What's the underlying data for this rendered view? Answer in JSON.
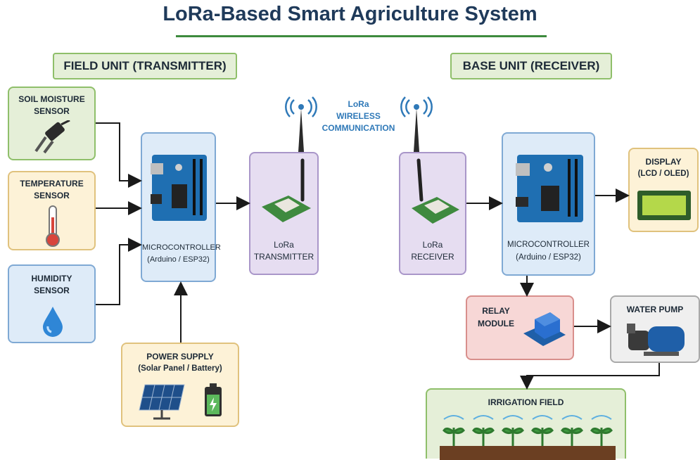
{
  "title": "LoRa-Based Smart Agriculture System",
  "sections": {
    "field_unit": "FIELD UNIT (TRANSMITTER)",
    "base_unit": "BASE UNIT (RECEIVER)"
  },
  "wireless": {
    "line1": "LoRa",
    "line2": "WIRELESS",
    "line3": "COMMUNICATION"
  },
  "nodes": {
    "soil": {
      "line1": "SOIL MOISTURE",
      "line2": "SENSOR"
    },
    "temp": {
      "line1": "TEMPERATURE",
      "line2": "SENSOR"
    },
    "humidity": {
      "line1": "HUMIDITY",
      "line2": "SENSOR"
    },
    "mcu_tx": {
      "line1": "MICROCONTROLLER",
      "line2": "(Arduino / ESP32)"
    },
    "lora_tx": {
      "line1": "LoRa",
      "line2": "TRANSMITTER"
    },
    "power": {
      "line1": "POWER SUPPLY",
      "line2": "(Solar Panel / Battery)"
    },
    "lora_rx": {
      "line1": "LoRa",
      "line2": "RECEIVER"
    },
    "mcu_rx": {
      "line1": "MICROCONTROLLER",
      "line2": "(Arduino / ESP32)"
    },
    "display": {
      "line1": "DISPLAY",
      "line2": "(LCD / OLED)"
    },
    "relay": {
      "line1": "RELAY",
      "line2": "MODULE"
    },
    "pump": {
      "line1": "WATER PUMP"
    },
    "field": {
      "line1": "IRRIGATION FIELD"
    }
  },
  "colors": {
    "sensor_green": "#e5efd8",
    "sensor_yellow": "#fdf2d7",
    "mcu_blue": "#deebf8",
    "lora_purple": "#e6ddf1",
    "relay_pink": "#f7d7d6",
    "pump_grey": "#efefef",
    "title": "#1f3a5a",
    "wireless_text": "#2f79b8"
  }
}
